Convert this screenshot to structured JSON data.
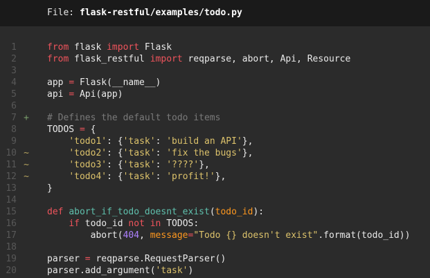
{
  "header": {
    "label": "File: ",
    "path": "flask-restful/examples/todo.py"
  },
  "colors": {
    "background": "#2b2b2b",
    "header_background": "#1a1a1a",
    "plain": "#eaeaea",
    "keyword": "#f0545c",
    "string": "#dcc26b",
    "comment": "#7a7a7a",
    "function": "#5fc0ad",
    "number": "#ae81ff",
    "parameter": "#fd971f",
    "line_number": "#585858",
    "added": "#7a9e6b",
    "modified": "#b5a35f"
  },
  "code": {
    "lines": [
      {
        "n": "1",
        "m": "",
        "t": [
          [
            "kw",
            "from"
          ],
          [
            "pl",
            " flask "
          ],
          [
            "kw",
            "import"
          ],
          [
            "pl",
            " Flask"
          ]
        ]
      },
      {
        "n": "2",
        "m": "",
        "t": [
          [
            "kw",
            "from"
          ],
          [
            "pl",
            " flask_restful "
          ],
          [
            "kw",
            "import"
          ],
          [
            "pl",
            " reqparse, abort, Api, Resource"
          ]
        ]
      },
      {
        "n": "3",
        "m": "",
        "t": []
      },
      {
        "n": "4",
        "m": "",
        "t": [
          [
            "pl",
            "app "
          ],
          [
            "op",
            "="
          ],
          [
            "pl",
            " Flask(__name__)"
          ]
        ]
      },
      {
        "n": "5",
        "m": "",
        "t": [
          [
            "pl",
            "api "
          ],
          [
            "op",
            "="
          ],
          [
            "pl",
            " Api(app)"
          ]
        ]
      },
      {
        "n": "6",
        "m": "",
        "t": []
      },
      {
        "n": "7",
        "m": "+",
        "t": [
          [
            "com",
            "# Defines the default todo items"
          ]
        ]
      },
      {
        "n": "8",
        "m": "",
        "t": [
          [
            "pl",
            "TODOS "
          ],
          [
            "op",
            "="
          ],
          [
            "pl",
            " {"
          ]
        ]
      },
      {
        "n": "9",
        "m": "",
        "t": [
          [
            "pl",
            "    "
          ],
          [
            "str",
            "'todo1'"
          ],
          [
            "pl",
            ": {"
          ],
          [
            "str",
            "'task'"
          ],
          [
            "pl",
            ": "
          ],
          [
            "str",
            "'build an API'"
          ],
          [
            "pl",
            "},"
          ]
        ]
      },
      {
        "n": "10",
        "m": "~",
        "t": [
          [
            "pl",
            "    "
          ],
          [
            "str",
            "'todo2'"
          ],
          [
            "pl",
            ": {"
          ],
          [
            "str",
            "'task'"
          ],
          [
            "pl",
            ": "
          ],
          [
            "str",
            "'fix the bugs'"
          ],
          [
            "pl",
            "},"
          ]
        ]
      },
      {
        "n": "11",
        "m": "~",
        "t": [
          [
            "pl",
            "    "
          ],
          [
            "str",
            "'todo3'"
          ],
          [
            "pl",
            ": {"
          ],
          [
            "str",
            "'task'"
          ],
          [
            "pl",
            ": "
          ],
          [
            "str",
            "'????'"
          ],
          [
            "pl",
            "},"
          ]
        ]
      },
      {
        "n": "12",
        "m": "~",
        "t": [
          [
            "pl",
            "    "
          ],
          [
            "str",
            "'todo4'"
          ],
          [
            "pl",
            ": {"
          ],
          [
            "str",
            "'task'"
          ],
          [
            "pl",
            ": "
          ],
          [
            "str",
            "'profit!'"
          ],
          [
            "pl",
            "},"
          ]
        ]
      },
      {
        "n": "13",
        "m": "",
        "t": [
          [
            "pl",
            "}"
          ]
        ]
      },
      {
        "n": "14",
        "m": "",
        "t": []
      },
      {
        "n": "15",
        "m": "",
        "t": [
          [
            "kw",
            "def"
          ],
          [
            "pl",
            " "
          ],
          [
            "fn",
            "abort_if_todo_doesnt_exist"
          ],
          [
            "pl",
            "("
          ],
          [
            "param",
            "todo_id"
          ],
          [
            "pl",
            "):"
          ]
        ]
      },
      {
        "n": "16",
        "m": "",
        "t": [
          [
            "pl",
            "    "
          ],
          [
            "kw",
            "if"
          ],
          [
            "pl",
            " todo_id "
          ],
          [
            "kw",
            "not"
          ],
          [
            "pl",
            " "
          ],
          [
            "kw",
            "in"
          ],
          [
            "pl",
            " TODOS:"
          ]
        ]
      },
      {
        "n": "17",
        "m": "",
        "t": [
          [
            "pl",
            "        abort("
          ],
          [
            "num",
            "404"
          ],
          [
            "pl",
            ", "
          ],
          [
            "param",
            "message"
          ],
          [
            "op",
            "="
          ],
          [
            "str",
            "\"Todo {} doesn't exist\""
          ],
          [
            "pl",
            ".format(todo_id))"
          ]
        ]
      },
      {
        "n": "18",
        "m": "",
        "t": []
      },
      {
        "n": "19",
        "m": "",
        "t": [
          [
            "pl",
            "parser "
          ],
          [
            "op",
            "="
          ],
          [
            "pl",
            " reqparse.RequestParser()"
          ]
        ]
      },
      {
        "n": "20",
        "m": "",
        "t": [
          [
            "pl",
            "parser.add_argument("
          ],
          [
            "str",
            "'task'"
          ],
          [
            "pl",
            ")"
          ]
        ]
      }
    ]
  }
}
